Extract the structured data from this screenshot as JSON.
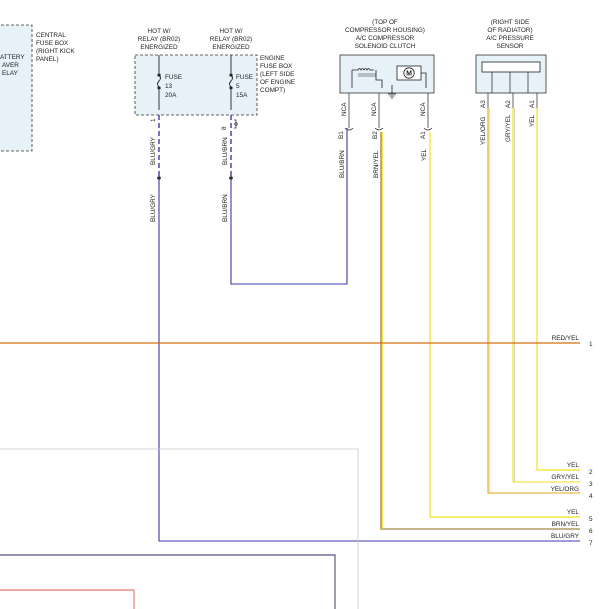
{
  "components": {
    "central_fuse_box": {
      "left_label": [
        "ATTERY",
        "AVER",
        "ELAY"
      ],
      "label": [
        "CENTRAL",
        "FUSE BOX",
        "(RIGHT KICK",
        "PANEL)"
      ]
    },
    "fuse13": {
      "header": [
        "HOT W/",
        "RELAY (BR02)",
        "ENERGIZED"
      ],
      "name": "FUSE",
      "number": "13",
      "rating": "20A"
    },
    "fuse5": {
      "header": [
        "HOT W/",
        "RELAY (BR02)",
        "ENERGIZED"
      ],
      "name": "FUSE",
      "number": "5",
      "rating": "15A"
    },
    "engine_fuse_box": {
      "label": [
        "ENGINE",
        "FUSE BOX",
        "(LEFT SIDE",
        "OF ENGINE",
        "COMPT)"
      ]
    },
    "compressor": {
      "header": [
        "(TOP OF",
        "COMPRESSOR HOUSING)",
        "A/C COMPRESSOR",
        "SOLENOID CLUTCH"
      ],
      "motor_symbol": "M"
    },
    "pressure_sensor": {
      "header": [
        "(RIGHT SIDE",
        "OF RADIATOR)",
        "A/C PRESSURE",
        "SENSOR"
      ]
    }
  },
  "pins": {
    "fuse13": "1",
    "fuse5": "8",
    "b1": "B1",
    "b2": "B2",
    "a1_comp": "A1",
    "a3": "A3",
    "a2": "A2",
    "a1_sensor": "A1",
    "nca": "NCA"
  },
  "wires": {
    "fuse13_upper": "BLU/GRY",
    "fuse13_lower": "BLU/GRY",
    "fuse5_upper": "BLU/BRN",
    "fuse5_lower": "BLU/BRN",
    "b1": "BLU/BRN",
    "b2": "BRN/YEL",
    "a1_comp": "YEL",
    "a3": "YEL/ORG",
    "a2": "GRY/YEL",
    "a1_sensor": "YEL"
  },
  "connector_right": [
    {
      "label": "RED/YEL",
      "pin": "1"
    },
    {
      "label": "YEL",
      "pin": "2"
    },
    {
      "label": "GRY/YEL",
      "pin": "3"
    },
    {
      "label": "YEL/ORG",
      "pin": "4"
    },
    {
      "label": "YEL",
      "pin": "5"
    },
    {
      "label": "BRN/YEL",
      "pin": "6"
    },
    {
      "label": "BLU/GRY",
      "pin": "7"
    }
  ],
  "colors": {
    "blue_wire": "#3b3aa8",
    "yellow_wire": "#f2e21a",
    "orange_wire": "#e8a21c",
    "brown_wire": "#8a6a1a",
    "red_yel_wire": "#d07010",
    "fuse_box_fill": "#e6f2f8"
  }
}
